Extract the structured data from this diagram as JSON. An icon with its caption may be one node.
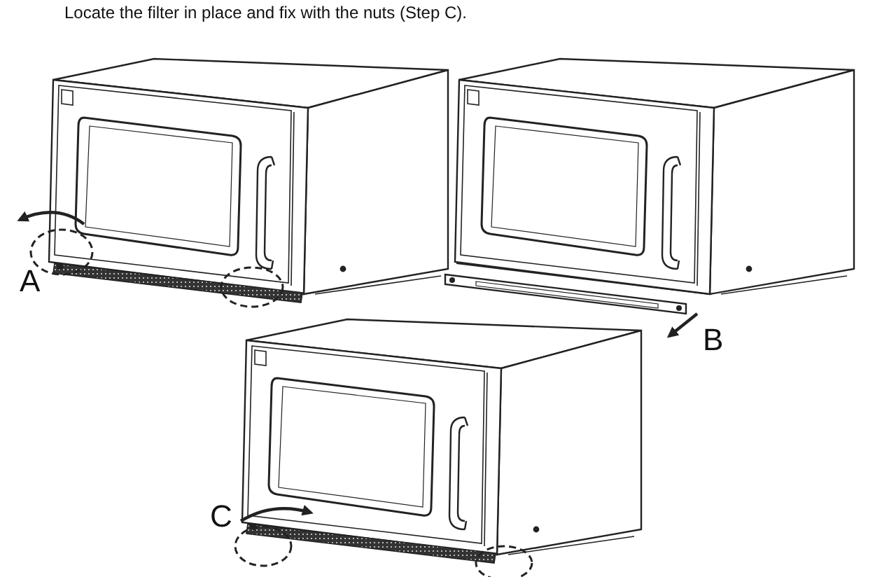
{
  "diagram": {
    "labels": [
      "Locate the filter in place and fix with the nuts (Step C).",
      "A",
      "B",
      "C"
    ]
  }
}
